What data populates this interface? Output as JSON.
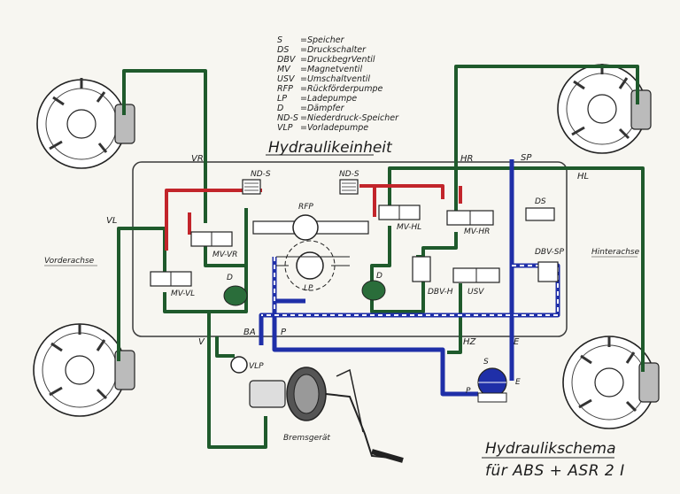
{
  "legend": [
    {
      "abbr": "S",
      "text": "=Speicher"
    },
    {
      "abbr": "DS",
      "text": "=Druckschalter"
    },
    {
      "abbr": "DBV",
      "text": "=DruckbegrVentil"
    },
    {
      "abbr": "MV",
      "text": "=Magnetventil"
    },
    {
      "abbr": "USV",
      "text": "=Umschaltventil"
    },
    {
      "abbr": "RFP",
      "text": "=Rückförderpumpe"
    },
    {
      "abbr": "LP",
      "text": "=Ladepumpe"
    },
    {
      "abbr": "D",
      "text": "=Dämpfer"
    },
    {
      "abbr": "ND-S",
      "text": "=Niederdruck-Speicher"
    },
    {
      "abbr": "VLP",
      "text": "=Vorladepumpe"
    }
  ],
  "unit_title": "Hydraulikeinheit",
  "axles": {
    "front": "Vorderachse",
    "rear": "Hinterachse"
  },
  "lines": {
    "VR": "VR",
    "VL": "VL",
    "HR": "HR",
    "HL": "HL",
    "SP": "SP",
    "V": "V",
    "BA": "BA",
    "P": "P",
    "HZ": "HZ",
    "E": "E"
  },
  "components": {
    "nds_left": "ND-S",
    "nds_right": "ND-S",
    "rfp": "RFP",
    "lp": "LP",
    "mv_vr": "MV-VR",
    "mv_vl": "MV-VL",
    "mv_hl": "MV-HL",
    "mv_hr": "MV-HR",
    "d_left": "D",
    "d_right": "D",
    "dbv_h": "DBV-H",
    "usv": "USV",
    "ds": "DS",
    "dbv_sp": "DBV-SP",
    "vlp": "VLP",
    "s": "S",
    "bremsgeraet": "Bremsgerät",
    "p_acc": "P",
    "e_acc": "E"
  },
  "title": {
    "line1": "Hydraulikschema",
    "line2": "für ABS + ASR 2 I"
  },
  "colors": {
    "green": "#1f5a2c",
    "red": "#c2252b",
    "blue": "#1f2fa8",
    "frame": "#3a3a3a"
  }
}
